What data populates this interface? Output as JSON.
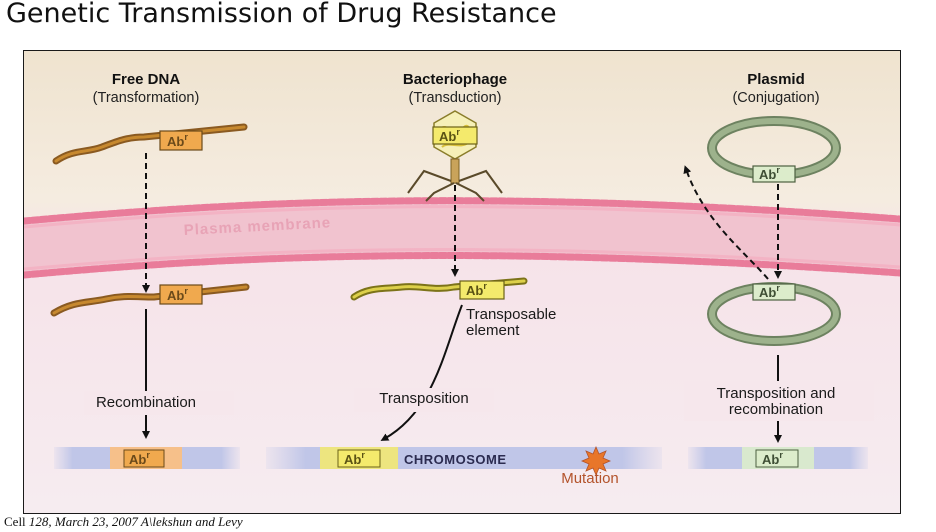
{
  "title": "Genetic Transmission of Drug Resistance",
  "citation": {
    "journal": "Cell",
    "details": "128, March 23, 2007 A\\lekshun and Levy"
  },
  "columns": {
    "free_dna": {
      "heading": "Free DNA",
      "subheading": "(Transformation)",
      "step_label": "Recombination"
    },
    "bacteriophage": {
      "heading": "Bacteriophage",
      "subheading": "(Transduction)",
      "element_label_line1": "Transposable",
      "element_label_line2": "element",
      "step_label": "Transposition"
    },
    "plasmid": {
      "heading": "Plasmid",
      "subheading": "(Conjugation)",
      "step_label_line1": "Transposition and",
      "step_label_line2": "recombination"
    }
  },
  "membrane_label": "Plasma membrane",
  "gene_label": "Ab",
  "gene_superscript": "r",
  "chromosome_label": "CHROMOSOME",
  "mutation_label": "Mutation",
  "colors": {
    "background_top": "#f2e8d7",
    "background_bottom": "#f6e7ec",
    "membrane": "#e57f9b",
    "plasmid_ring": "#93a882",
    "gene_box_orange": "#f0a94e",
    "gene_box_yellow": "#f4ea6c",
    "gene_box_green": "#dceccb",
    "chromosome": "#bcc3e6",
    "mutation_text": "#b3532b"
  }
}
